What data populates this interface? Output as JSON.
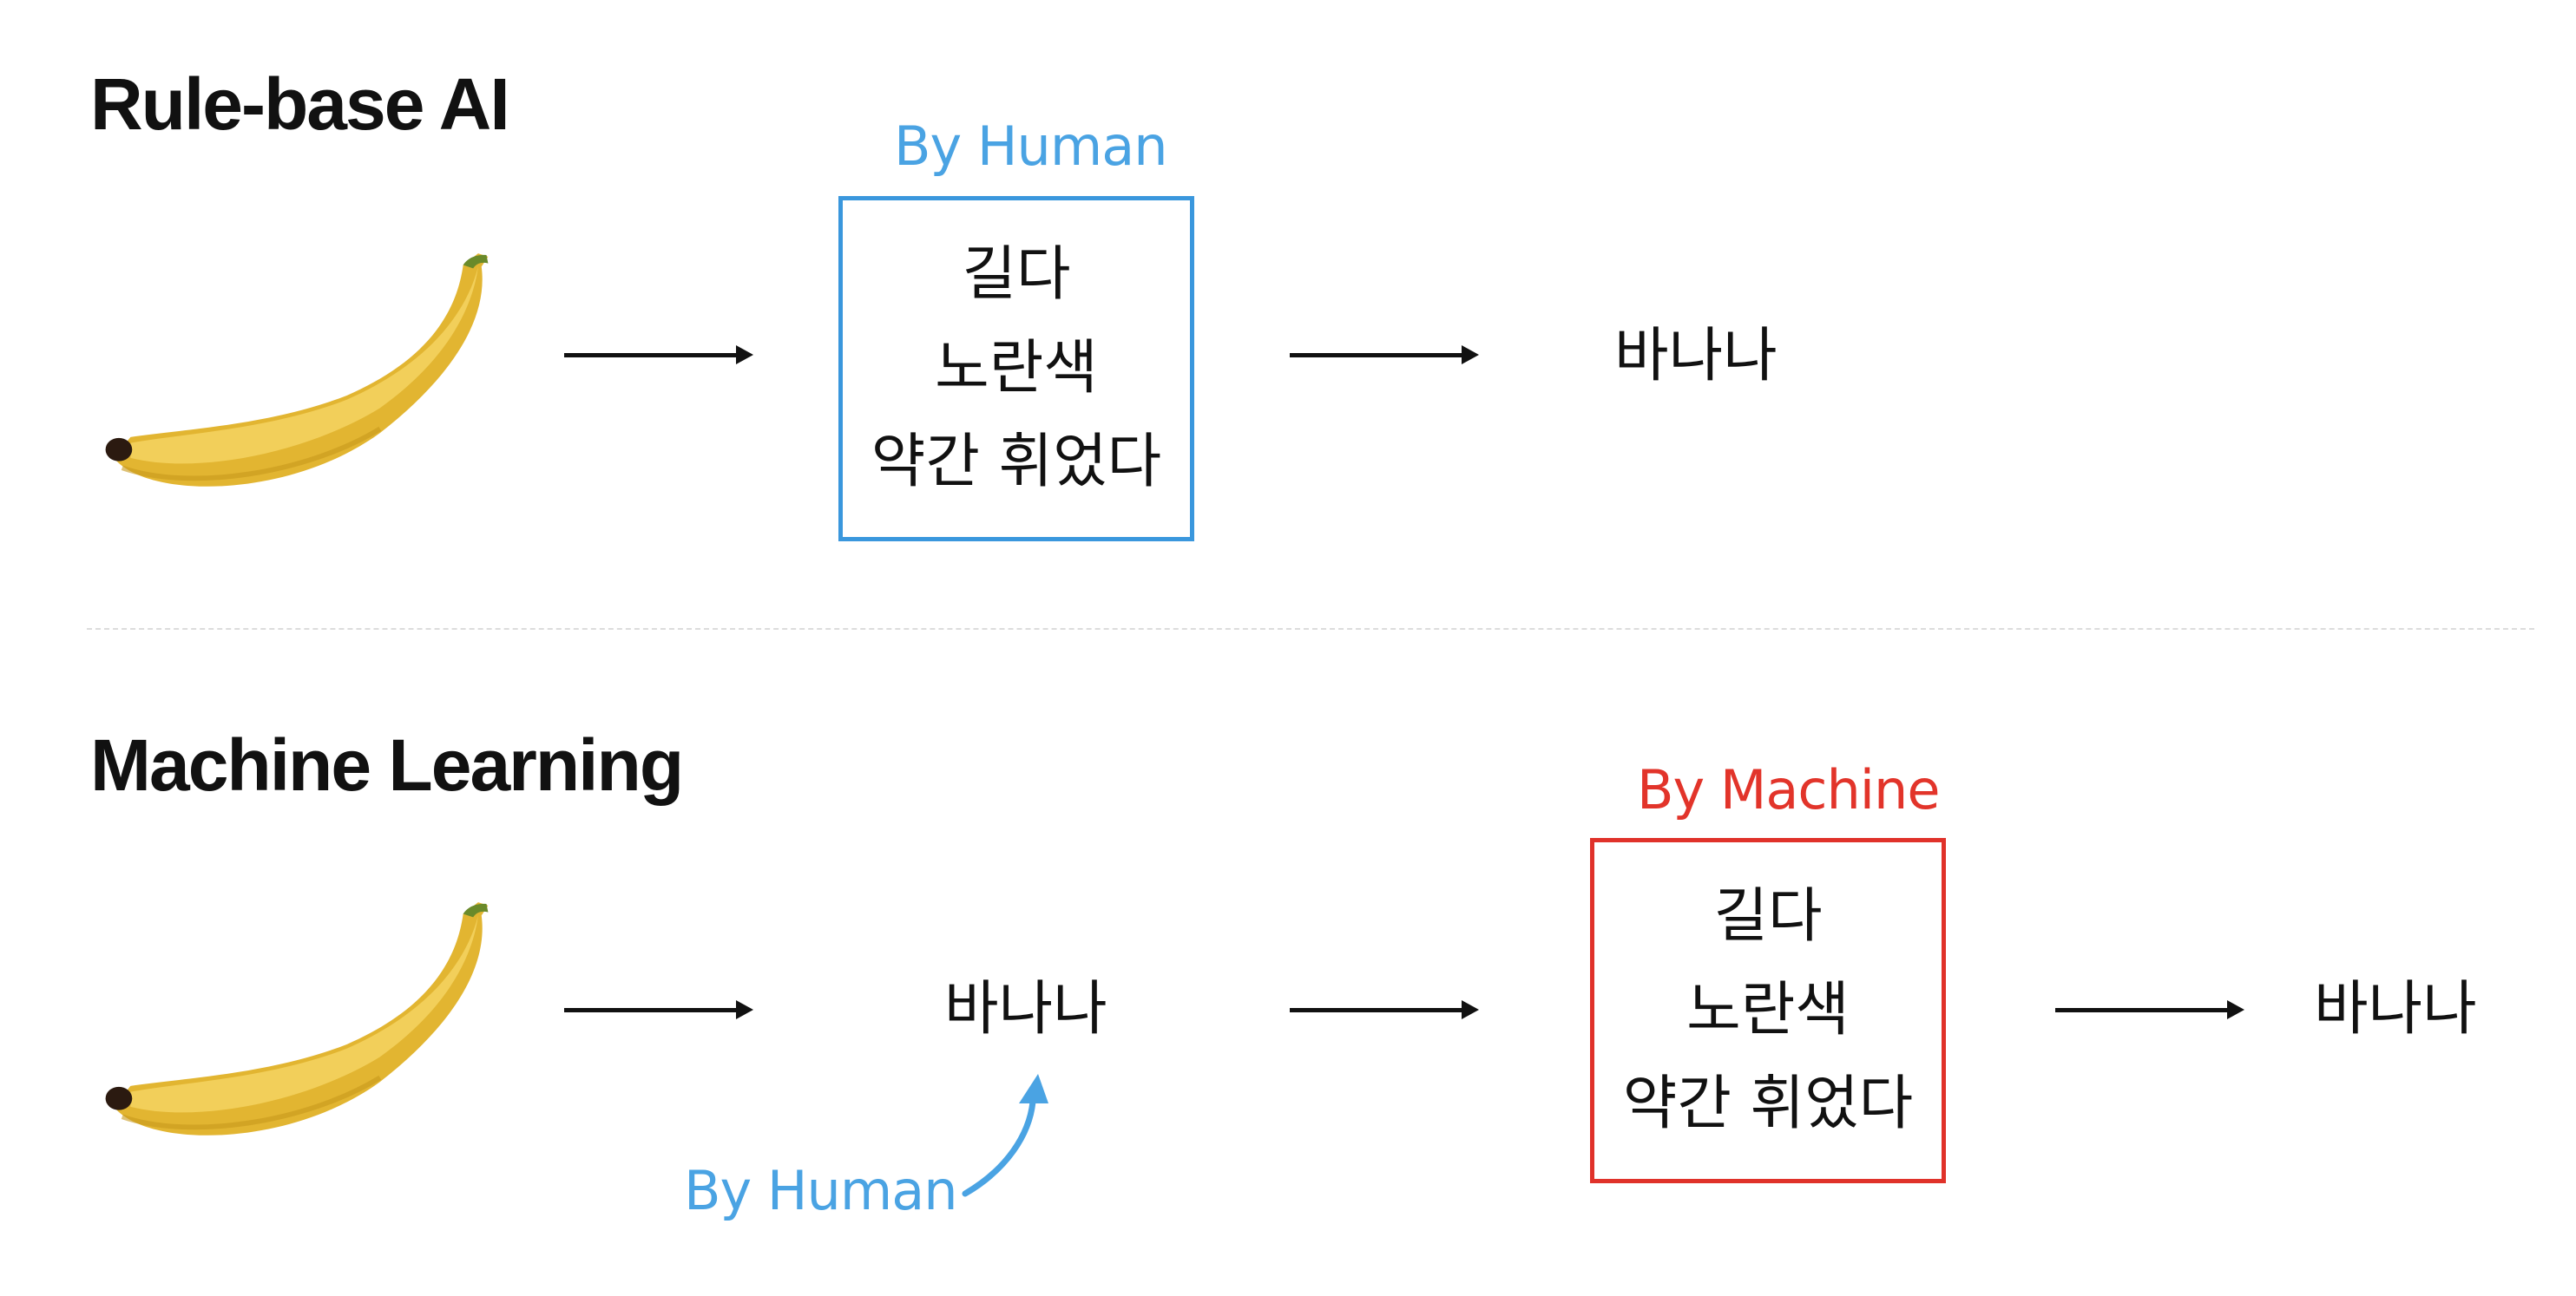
{
  "rule_based": {
    "title": "Rule-base AI",
    "source_label": "By Human",
    "rules": [
      "길다",
      "노란색",
      "약간 휘었다"
    ],
    "output": "바나나"
  },
  "machine_learning": {
    "title": "Machine Learning",
    "label_output": "바나나",
    "label_source": "By Human",
    "model_source_label": "By Machine",
    "rules": [
      "길다",
      "노란색",
      "약간 휘었다"
    ],
    "output": "바나나"
  },
  "icons": {
    "input_image": "banana-icon",
    "flow_arrow": "right-arrow-icon",
    "curved_arrow": "curved-up-arrow-icon"
  },
  "colors": {
    "human": "#4aa3e3",
    "machine": "#e2342a"
  }
}
